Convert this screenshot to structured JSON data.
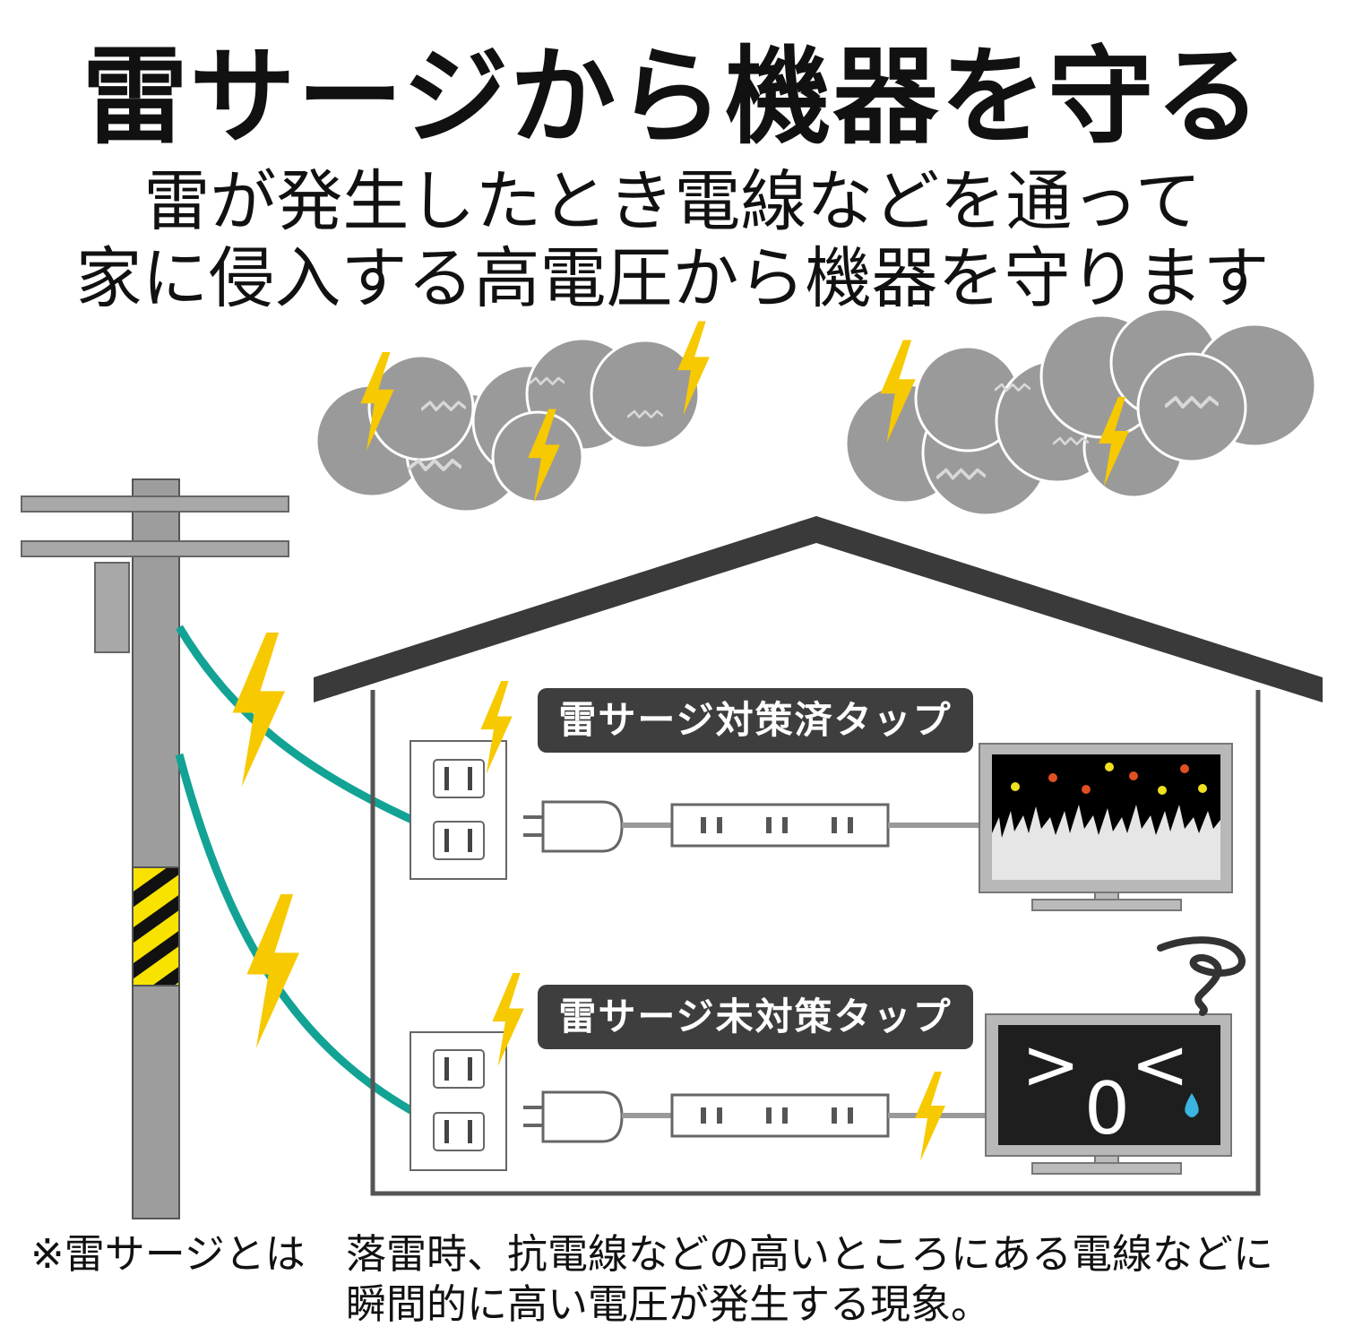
{
  "title": "雷サージから機器を守る",
  "subtitle": {
    "line1": "雷が発生したとき電線などを通って",
    "line2": "家に侵入する高電圧から機器を守ります"
  },
  "labels": {
    "protected_tap": "雷サージ対策済タップ",
    "unprotected_tap": "雷サージ未対策タップ"
  },
  "tv_broken_face": {
    "left_eye": ">",
    "mouth": "0",
    "right_eye": "<"
  },
  "footnote": {
    "term": "※雷サージとは",
    "line1": "落雷時、抗電線などの高いところにある電線などに",
    "line2": "瞬間的に高い電圧が発生する現象。"
  },
  "colors": {
    "bolt": "#f7c900",
    "cloud": "#9a9a9a",
    "wire": "#12a395",
    "pole": "#9d9d9d",
    "roof": "#3a3a3a",
    "label_bg": "#3e3e3e",
    "water_drop": "#3ab4e0"
  },
  "icons": [
    "lightning-bolt-icon",
    "cloud-icon",
    "wall-outlet-icon",
    "power-plug-icon",
    "power-strip-icon",
    "tv-icon",
    "dizzy-swirl-icon",
    "water-drop-icon"
  ]
}
